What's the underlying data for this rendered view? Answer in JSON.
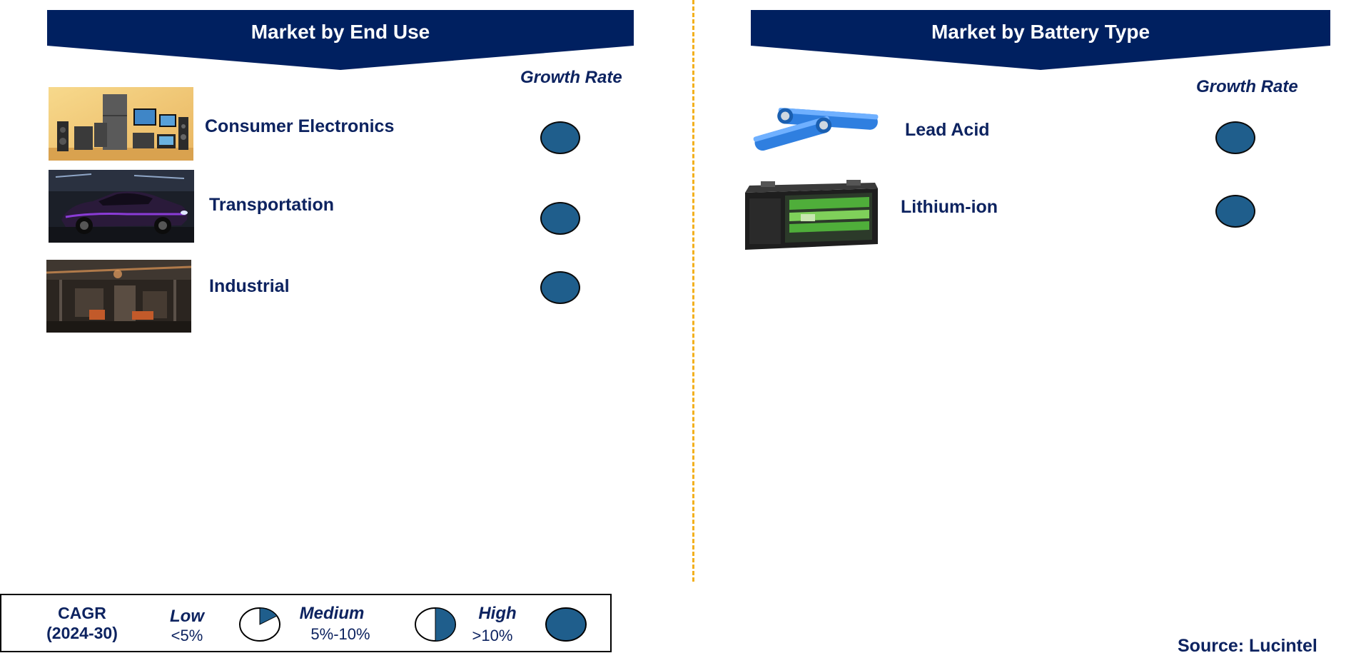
{
  "colors": {
    "navy": "#002060",
    "circle": "#1f5e8c",
    "divider": "#f2b01e",
    "text": "#0d2360"
  },
  "left": {
    "title": "Market by End Use",
    "growth_header": "Growth Rate",
    "items": [
      {
        "label": "Consumer Electronics",
        "growth": "High",
        "image": "consumer-electronics-photo"
      },
      {
        "label": "Transportation",
        "growth": "High",
        "image": "sports-car-photo"
      },
      {
        "label": "Industrial",
        "growth": "High",
        "image": "factory-photo"
      }
    ]
  },
  "right": {
    "title": "Market by Battery Type",
    "growth_header": "Growth Rate",
    "items": [
      {
        "label": "Lead Acid",
        "growth": "High",
        "image": "cylindrical-cells-photo"
      },
      {
        "label": "Lithium-ion",
        "growth": "High",
        "image": "battery-pack-photo"
      }
    ]
  },
  "legend": {
    "cagr": "CAGR",
    "period": "(2024-30)",
    "low_label": "Low",
    "low_range": "<5%",
    "medium_label": "Medium",
    "medium_range": "5%-10%",
    "high_label": "High",
    "high_range": ">10%"
  },
  "source": "Source: Lucintel"
}
